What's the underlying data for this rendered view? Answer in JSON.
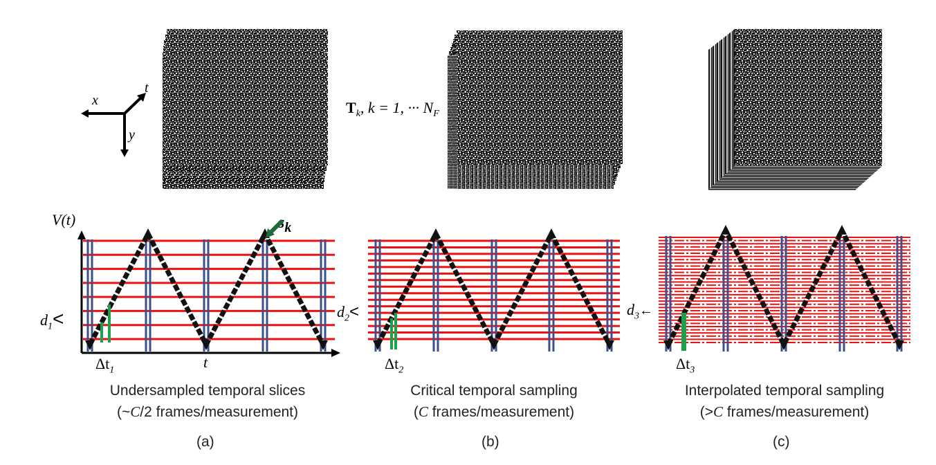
{
  "axes_icon": {
    "x": "x",
    "y": "y",
    "t": "t"
  },
  "tk_label": {
    "bold": "T",
    "sub": "k",
    "rest": ", k = 1, ··· N",
    "rest_sub": "F"
  },
  "panels": [
    {
      "id": "a",
      "y_axis_label": "V(t)",
      "t_axis_label": "t",
      "sk_label": "s",
      "sk_sub": "k",
      "d_label": "d",
      "d_sub": "1",
      "dt_label": "Δt",
      "dt_sub": "1",
      "caption_line1": "Undersampled temporal slices",
      "caption_prefix": "(~",
      "caption_italic": "C",
      "caption_suffix": "/2 frames/measurement)",
      "panel_label": "(a)"
    },
    {
      "id": "b",
      "d_label": "d",
      "d_sub": "2",
      "dt_label": "Δt",
      "dt_sub": "2",
      "caption_line1": "Critical temporal sampling",
      "caption_prefix": "(",
      "caption_italic": "C",
      "caption_suffix": " frames/measurement)",
      "panel_label": "(b)"
    },
    {
      "id": "c",
      "d_label": "d",
      "d_sub": "3",
      "dt_label": "Δt",
      "dt_sub": "3",
      "caption_line1": "Interpolated temporal sampling",
      "caption_prefix": "(>",
      "caption_italic": "C",
      "caption_suffix": " frames/measurement)",
      "panel_label": "(c)"
    }
  ],
  "colors": {
    "red": "#ee1111",
    "blue": "#3b4f8c",
    "black": "#111111",
    "green": "#1ea04a",
    "noise_dark": "#0d0d0d"
  }
}
